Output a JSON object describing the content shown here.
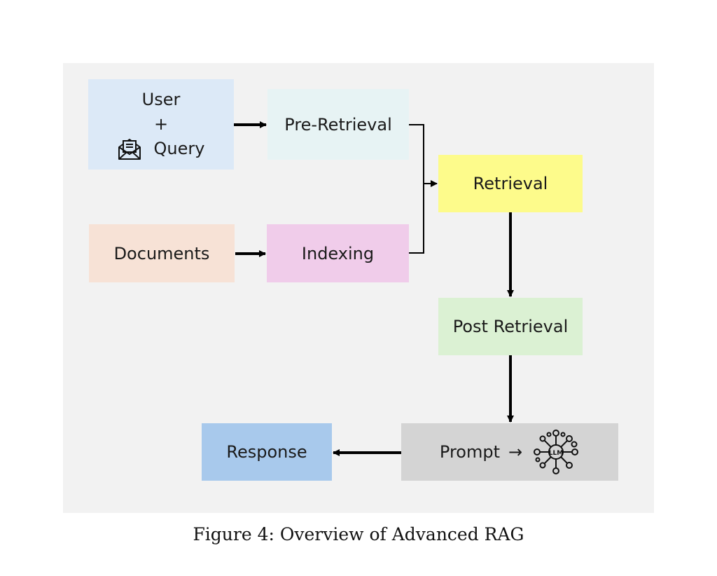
{
  "nodes": {
    "user": {
      "line1": "User",
      "line2": "+",
      "line3": "Query",
      "color": "#dce9f7"
    },
    "pre_retrieval": {
      "label": "Pre-Retrieval",
      "color": "#e7f3f4"
    },
    "retrieval": {
      "label": "Retrieval",
      "color": "#fdfb8b"
    },
    "documents": {
      "label": "Documents",
      "color": "#f7e2d6"
    },
    "indexing": {
      "label": "Indexing",
      "color": "#f0ccea"
    },
    "post_retrieval": {
      "label": "Post Retrieval",
      "color": "#dbf1d3"
    },
    "prompt": {
      "label": "Prompt",
      "arrow": "→",
      "color": "#d4d4d4"
    },
    "response": {
      "label": "Response",
      "color": "#a8c9ec"
    }
  },
  "icons": {
    "query": "envelope-document-icon",
    "llm": "llm-network-icon",
    "llm_text": "LLM"
  },
  "caption": "Figure 4: Overview of Advanced RAG",
  "colors": {
    "canvas": "#f2f2f2",
    "connector": "#000000"
  }
}
